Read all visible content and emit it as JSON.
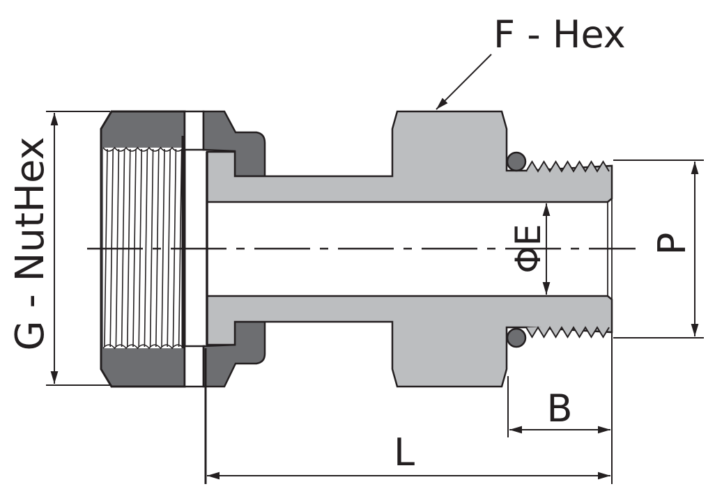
{
  "labels": {
    "f_hex": "F - Hex",
    "g_nuthex": "G - NutHex",
    "e_dia": "ΦE",
    "p": "P",
    "b": "B",
    "l": "L"
  },
  "colors": {
    "nut": "#6d6e71",
    "body": "#bcbec0",
    "oring": "#6d6e71",
    "line": "#231f20"
  }
}
